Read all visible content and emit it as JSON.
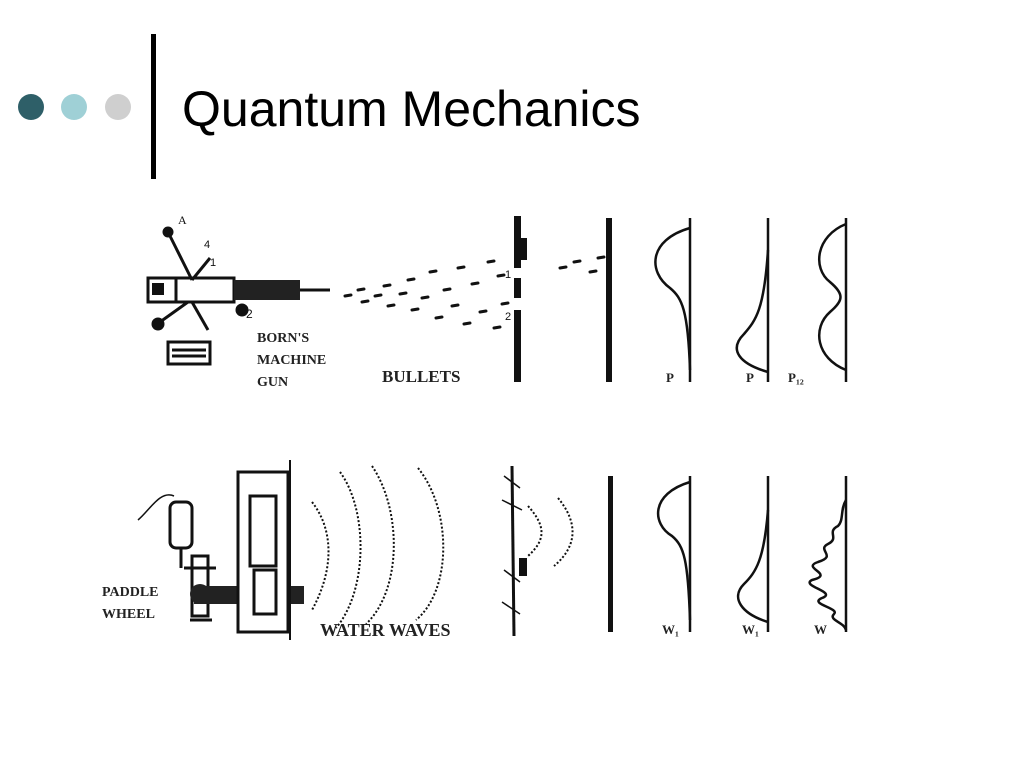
{
  "slide": {
    "title": "Quantum Mechanics",
    "bullet_colors": [
      "#2e5f68",
      "#9fd0d6",
      "#cfcfcf"
    ]
  },
  "figure": {
    "top_panel": {
      "source_label_lines": [
        "BORN'S",
        "MACHINE",
        "GUN"
      ],
      "stream_label": "BULLETS",
      "graph_labels": [
        "P",
        "P",
        "P₁₂"
      ]
    },
    "bottom_panel": {
      "source_label_lines": [
        "PADDLE",
        "WHEEL"
      ],
      "stream_label": "WATER WAVES",
      "graph_labels": [
        "W₁",
        "W₁",
        "W"
      ]
    }
  }
}
